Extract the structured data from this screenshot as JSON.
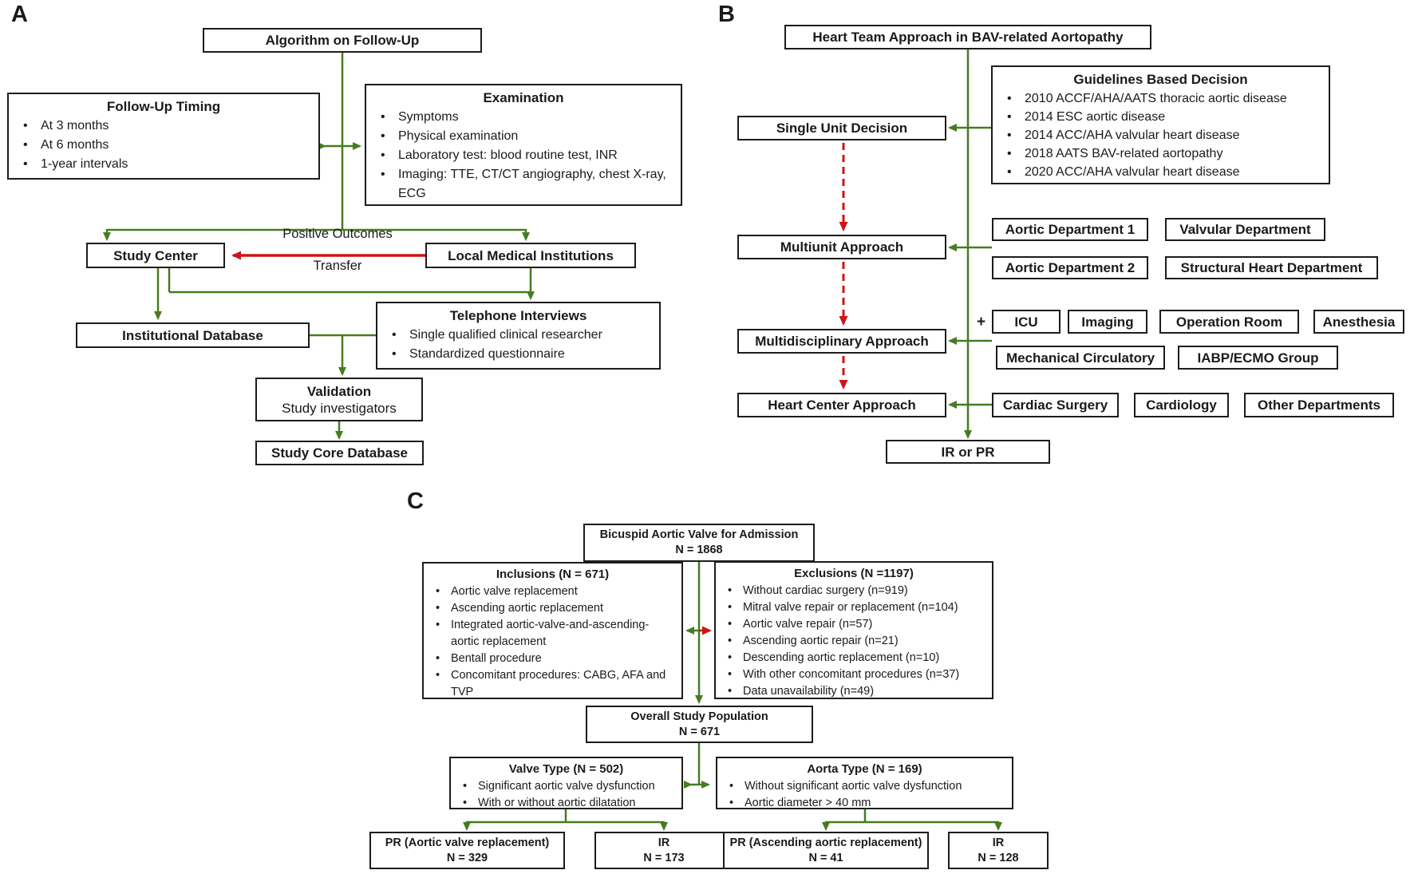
{
  "colors": {
    "green": "#467c21",
    "red": "#cf1414",
    "border": "#1c1c1c"
  },
  "panel_a": {
    "label": "A",
    "algorithm": {
      "title": "Algorithm on Follow-Up"
    },
    "timing": {
      "title": "Follow-Up Timing",
      "items": [
        "At 3 months",
        "At 6 months",
        "1-year intervals"
      ]
    },
    "examination": {
      "title": "Examination",
      "items": [
        "Symptoms",
        "Physical examination",
        "Laboratory test: blood routine test, INR",
        "Imaging: TTE, CT/CT angiography, chest X-ray, ECG"
      ]
    },
    "study_center": {
      "title": "Study Center"
    },
    "local_medical": {
      "title": "Local Medical Institutions"
    },
    "arrow_labels": {
      "positive_outcomes": "Positive Outcomes",
      "transfer": "Transfer"
    },
    "institutional_db": {
      "title": "Institutional Database"
    },
    "telephone": {
      "title": "Telephone Interviews",
      "items": [
        "Single qualified clinical researcher",
        "Standardized questionnaire"
      ]
    },
    "validation": {
      "title": "Validation",
      "subtitle": "Study investigators"
    },
    "core_db": {
      "title": "Study Core Database"
    }
  },
  "panel_b": {
    "label": "B",
    "heart_team": {
      "title": "Heart Team Approach in BAV-related Aortopathy"
    },
    "guidelines": {
      "title": "Guidelines Based Decision",
      "items": [
        "2010 ACCF/AHA/AATS thoracic aortic disease",
        "2014 ESC aortic disease",
        "2014 ACC/AHA valvular heart disease",
        "2018 AATS BAV-related aortopathy",
        "2020 ACC/AHA valvular heart disease"
      ]
    },
    "single_unit": {
      "title": "Single Unit Decision"
    },
    "multiunit": {
      "title": "Multiunit Approach"
    },
    "multidisciplinary": {
      "title": "Multidisciplinary Approach"
    },
    "heart_center": {
      "title": "Heart Center Approach"
    },
    "aortic_dept1": {
      "title": "Aortic Department 1"
    },
    "valvular_dept": {
      "title": "Valvular Department"
    },
    "aortic_dept2": {
      "title": "Aortic Department 2"
    },
    "structural_dept": {
      "title": "Structural Heart Department"
    },
    "plus_sign": "+",
    "icu": {
      "title": "ICU"
    },
    "imaging": {
      "title": "Imaging"
    },
    "operation_room": {
      "title": "Operation Room"
    },
    "anesthesia": {
      "title": "Anesthesia"
    },
    "mechanical": {
      "title": "Mechanical Circulatory"
    },
    "iabp": {
      "title": "IABP/ECMO Group"
    },
    "cardiac_surgery": {
      "title": "Cardiac Surgery"
    },
    "cardiology": {
      "title": "Cardiology"
    },
    "other_departments": {
      "title": "Other Departments"
    },
    "ir_or_pr": {
      "title": "IR or PR"
    }
  },
  "panel_c": {
    "label": "C",
    "admission": {
      "title": "Bicuspid Aortic Valve for Admission",
      "n": "N = 1868"
    },
    "inclusions": {
      "title": "Inclusions (N = 671)",
      "items": [
        "Aortic valve replacement",
        "Ascending aortic replacement",
        "Integrated aortic-valve-and-ascending-aortic replacement",
        "Bentall procedure",
        "Concomitant procedures: CABG, AFA and TVP"
      ]
    },
    "exclusions": {
      "title": "Exclusions (N =1197)",
      "items": [
        "Without cardiac surgery (n=919)",
        "Mitral valve repair or replacement (n=104)",
        "Aortic valve repair (n=57)",
        "Ascending aortic repair (n=21)",
        "Descending aortic replacement (n=10)",
        "With other concomitant procedures (n=37)",
        "Data unavailability (n=49)"
      ]
    },
    "overall": {
      "title": "Overall Study Population",
      "n": "N = 671"
    },
    "valve_type": {
      "title": "Valve Type (N = 502)",
      "items": [
        "Significant aortic valve dysfunction",
        "With or without aortic dilatation"
      ]
    },
    "aorta_type": {
      "title": "Aorta Type (N = 169)",
      "items": [
        "Without significant aortic valve dysfunction",
        "Aortic diameter > 40 mm"
      ]
    },
    "pr_valve": {
      "title": "PR (Aortic valve replacement)",
      "n": "N = 329"
    },
    "ir_valve": {
      "title": "IR",
      "n": "N = 173"
    },
    "pr_aorta": {
      "title": "PR (Ascending aortic replacement)",
      "n": "N = 41"
    },
    "ir_aorta": {
      "title": "IR",
      "n": "N = 128"
    }
  }
}
